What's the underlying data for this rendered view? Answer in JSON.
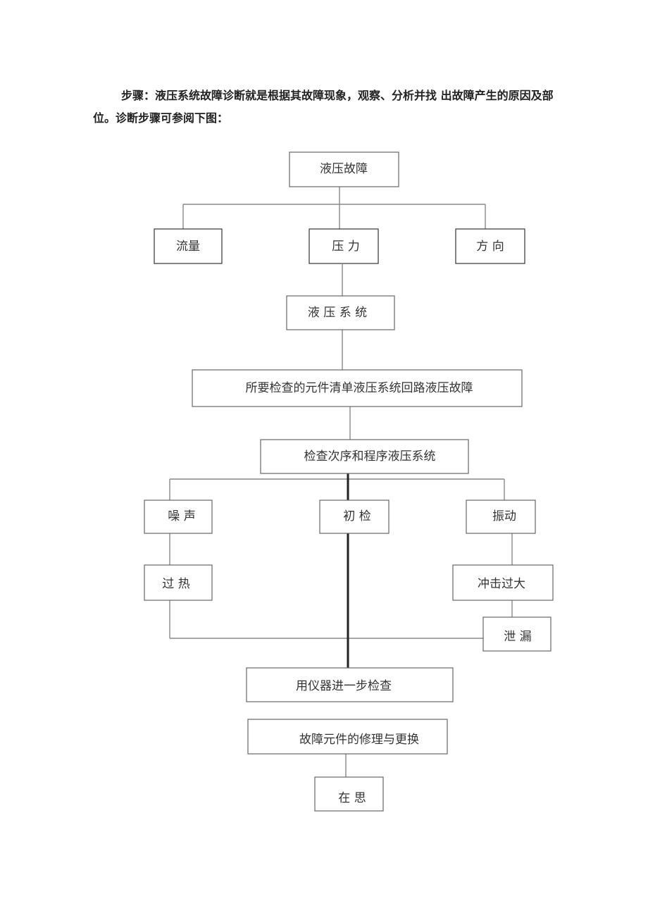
{
  "intro": "步骤：液压系统故障诊断就是根据其故障现象，观察、分析并找 出故障产生的原因及部位。诊断步骤可参阅下图：",
  "nodes": {
    "hydraulic_fault": "液压故障",
    "flow": "流量",
    "pressure": "压 力",
    "direction": "方 向",
    "hydraulic_system": "液 压 系 统",
    "component_list": "所要检查的元件清单液压系统回路液压故障",
    "check_order": "检查次序和程序液压系统",
    "noise": "噪 声",
    "initial_check": "初 检",
    "vibration": "振动",
    "overheat": "过 热",
    "impact": "冲击过大",
    "leakage": "泄 漏",
    "instrument_check": "用仪器进一步检查",
    "repair_replace": "故障元件的修理与更换",
    "rethink": "在 思"
  }
}
